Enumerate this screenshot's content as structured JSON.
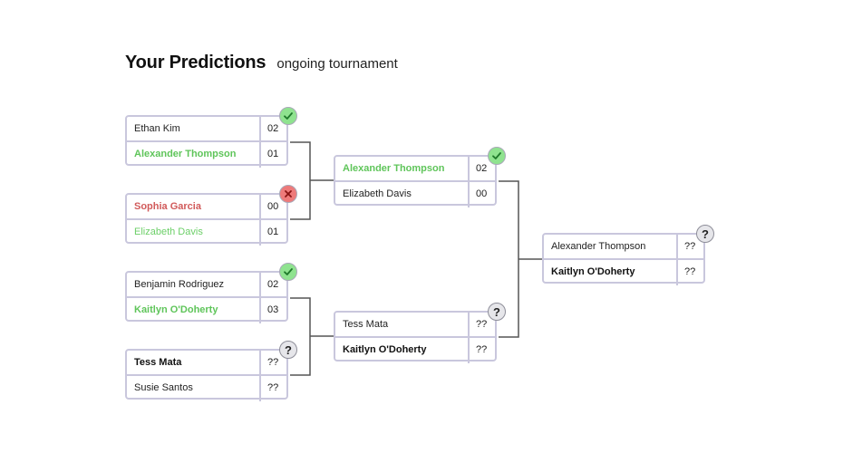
{
  "header": {
    "title": "Your Predictions",
    "subtitle": "ongoing tournament"
  },
  "colors": {
    "correct": "#8fe38f",
    "wrong": "#ee7a7a",
    "pending": "#e6e6ea",
    "winner_text": "#5fc55a",
    "loser_text": "#d15a5a",
    "border": "#c9c7dd"
  },
  "matches": [
    {
      "round": 1,
      "status": "correct",
      "status_icon": "check-icon",
      "players": [
        {
          "name": "Ethan Kim",
          "score": "02",
          "style": "normal"
        },
        {
          "name": "Alexander Thompson",
          "score": "01",
          "style": "green-bold"
        }
      ]
    },
    {
      "round": 1,
      "status": "wrong",
      "status_icon": "cross-icon",
      "players": [
        {
          "name": "Sophia Garcia",
          "score": "00",
          "style": "red-bold"
        },
        {
          "name": "Elizabeth Davis",
          "score": "01",
          "style": "green"
        }
      ]
    },
    {
      "round": 1,
      "status": "correct",
      "status_icon": "check-icon",
      "players": [
        {
          "name": "Benjamin Rodriguez",
          "score": "02",
          "style": "normal"
        },
        {
          "name": "Kaitlyn O'Doherty",
          "score": "03",
          "style": "green-bold"
        }
      ]
    },
    {
      "round": 1,
      "status": "pending",
      "status_icon": "question-icon",
      "status_text": "?",
      "players": [
        {
          "name": "Tess Mata",
          "score": "??",
          "style": "bold"
        },
        {
          "name": "Susie Santos",
          "score": "??",
          "style": "normal"
        }
      ]
    },
    {
      "round": 2,
      "status": "correct",
      "status_icon": "check-icon",
      "players": [
        {
          "name": "Alexander Thompson",
          "score": "02",
          "style": "green-bold"
        },
        {
          "name": "Elizabeth Davis",
          "score": "00",
          "style": "normal"
        }
      ]
    },
    {
      "round": 2,
      "status": "pending",
      "status_icon": "question-icon",
      "status_text": "?",
      "players": [
        {
          "name": "Tess Mata",
          "score": "??",
          "style": "normal"
        },
        {
          "name": "Kaitlyn O'Doherty",
          "score": "??",
          "style": "bold"
        }
      ]
    },
    {
      "round": 3,
      "status": "pending",
      "status_icon": "question-icon",
      "status_text": "?",
      "players": [
        {
          "name": "Alexander Thompson",
          "score": "??",
          "style": "normal"
        },
        {
          "name": "Kaitlyn O'Doherty",
          "score": "??",
          "style": "bold"
        }
      ]
    }
  ]
}
